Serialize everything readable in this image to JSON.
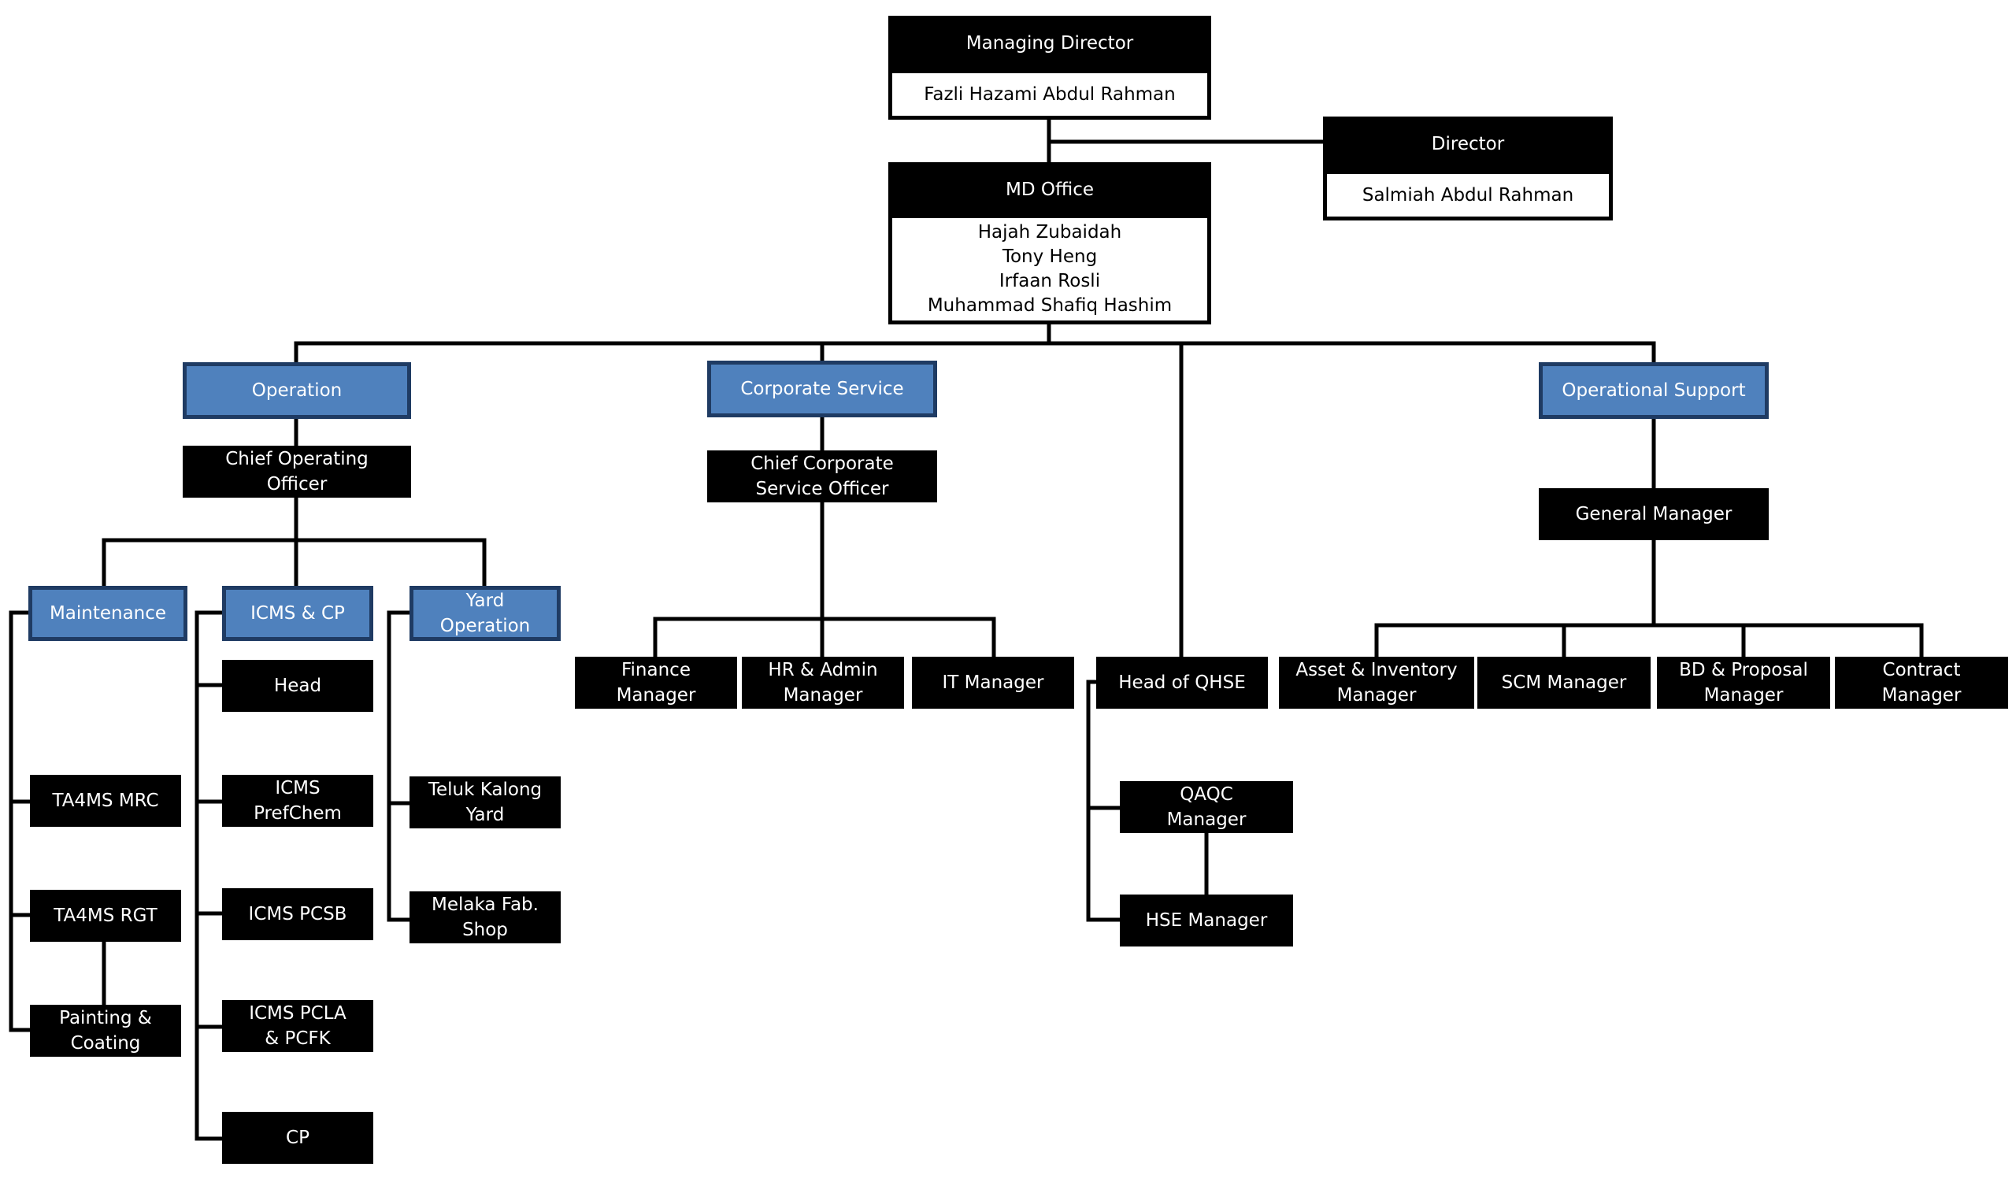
{
  "top": {
    "managing_director": {
      "title": "Managing Director",
      "name": "Fazli Hazami Abdul Rahman"
    },
    "director": {
      "title": "Director",
      "name": "Salmiah Abdul Rahman"
    },
    "md_office": {
      "title": "MD Office",
      "names": [
        "Hajah Zubaidah",
        "Tony Heng",
        "Irfaan Rosli",
        "Muhammad Shafiq Hashim"
      ]
    }
  },
  "divisions": {
    "operation": {
      "label": "Operation",
      "head": "Chief Operating\nOfficer",
      "maintenance": {
        "label": "Maintenance",
        "items": [
          "TA4MS MRC",
          "TA4MS RGT",
          "Painting &\nCoating"
        ]
      },
      "icms_cp": {
        "label": "ICMS & CP",
        "items": [
          "Head",
          "ICMS\nPrefChem",
          "ICMS PCSB",
          "ICMS PCLA\n& PCFK",
          "CP"
        ]
      },
      "yard": {
        "label": "Yard\nOperation",
        "items": [
          "Teluk Kalong\nYard",
          "Melaka Fab.\nShop"
        ]
      }
    },
    "corporate": {
      "label": "Corporate Service",
      "head": "Chief Corporate\nService Officer",
      "items": [
        "Finance\nManager",
        "HR & Admin\nManager",
        "IT Manager"
      ]
    },
    "qhse": {
      "head": "Head of QHSE",
      "items": [
        "QAQC\nManager",
        "HSE Manager"
      ]
    },
    "opsupport": {
      "label": "Operational Support",
      "head": "General Manager",
      "items": [
        "Asset & Inventory\nManager",
        "SCM Manager",
        "BD & Proposal\nManager",
        "Contract\nManager"
      ]
    }
  }
}
